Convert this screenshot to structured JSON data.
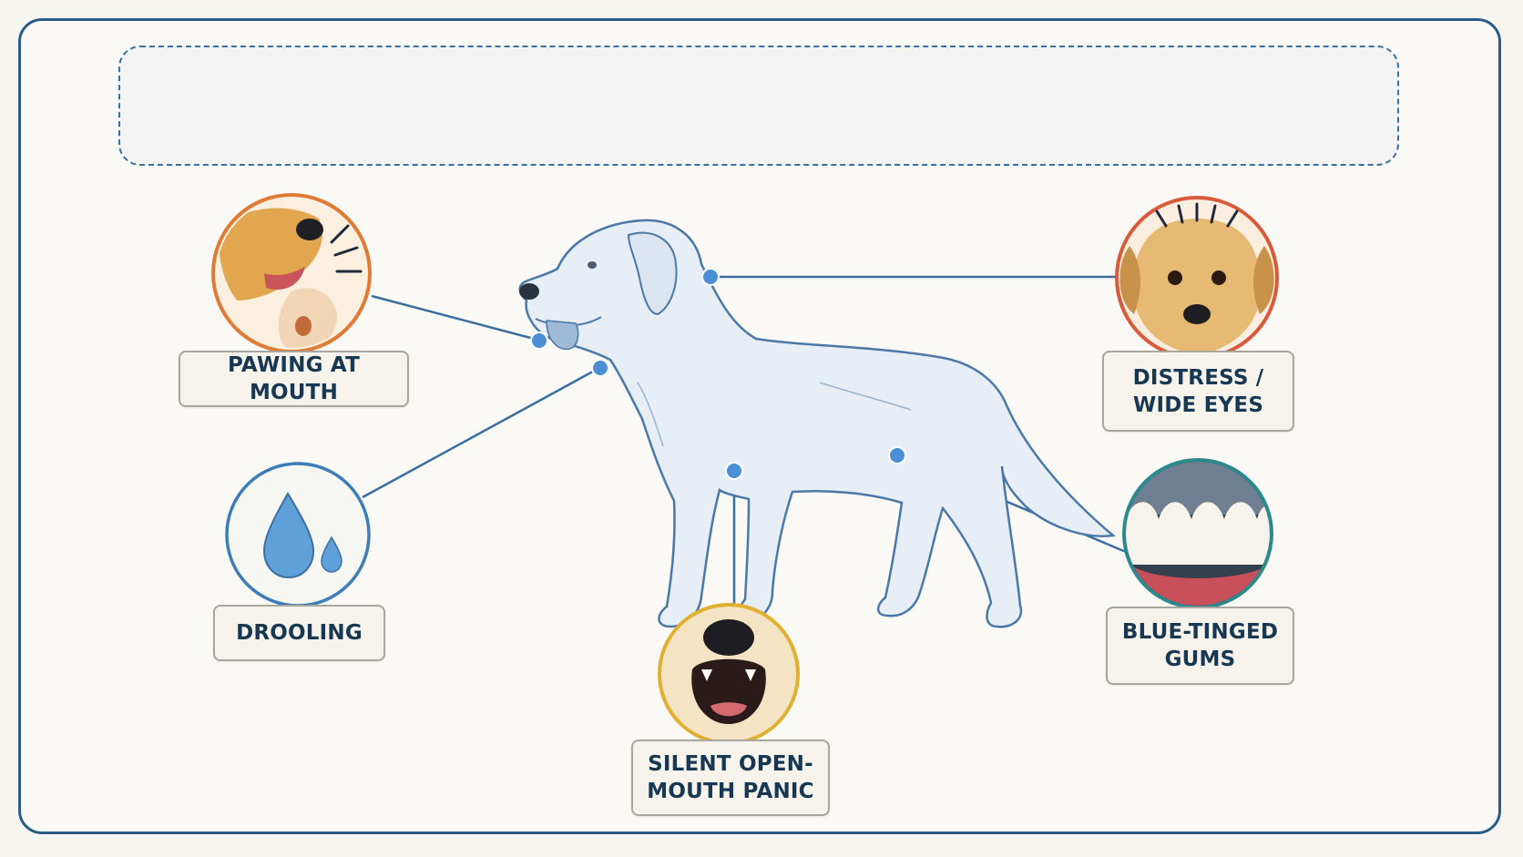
{
  "diagram": {
    "title": "",
    "symptoms": [
      {
        "id": "pawing",
        "label": "PAWING AT MOUTH",
        "ring_color": "#e07a35"
      },
      {
        "id": "drooling",
        "label": "DROOLING",
        "ring_color": "#3d7db8"
      },
      {
        "id": "panic",
        "label": "SILENT OPEN-\nMOUTH PANIC",
        "ring_color": "#e0b030"
      },
      {
        "id": "distress",
        "label": "DISTRESS /\nWIDE EYES",
        "ring_color": "#d95a3a"
      },
      {
        "id": "gums",
        "label": "BLUE-TINGED\nGUMS",
        "ring_color": "#2c8a8c"
      }
    ],
    "colors": {
      "frame": "#2a5c8a",
      "connector": "#3a6e9e",
      "connector_dot": "#4a8fd4",
      "dog_outline": "#4a78a8",
      "dog_fill": "#e8eef5"
    },
    "icons": {
      "pawing": "dog-pawing-mouth-icon",
      "drooling": "water-drop-icon",
      "panic": "dog-open-mouth-icon",
      "distress": "dog-wide-eyes-icon",
      "gums": "blue-gums-teeth-icon"
    }
  }
}
